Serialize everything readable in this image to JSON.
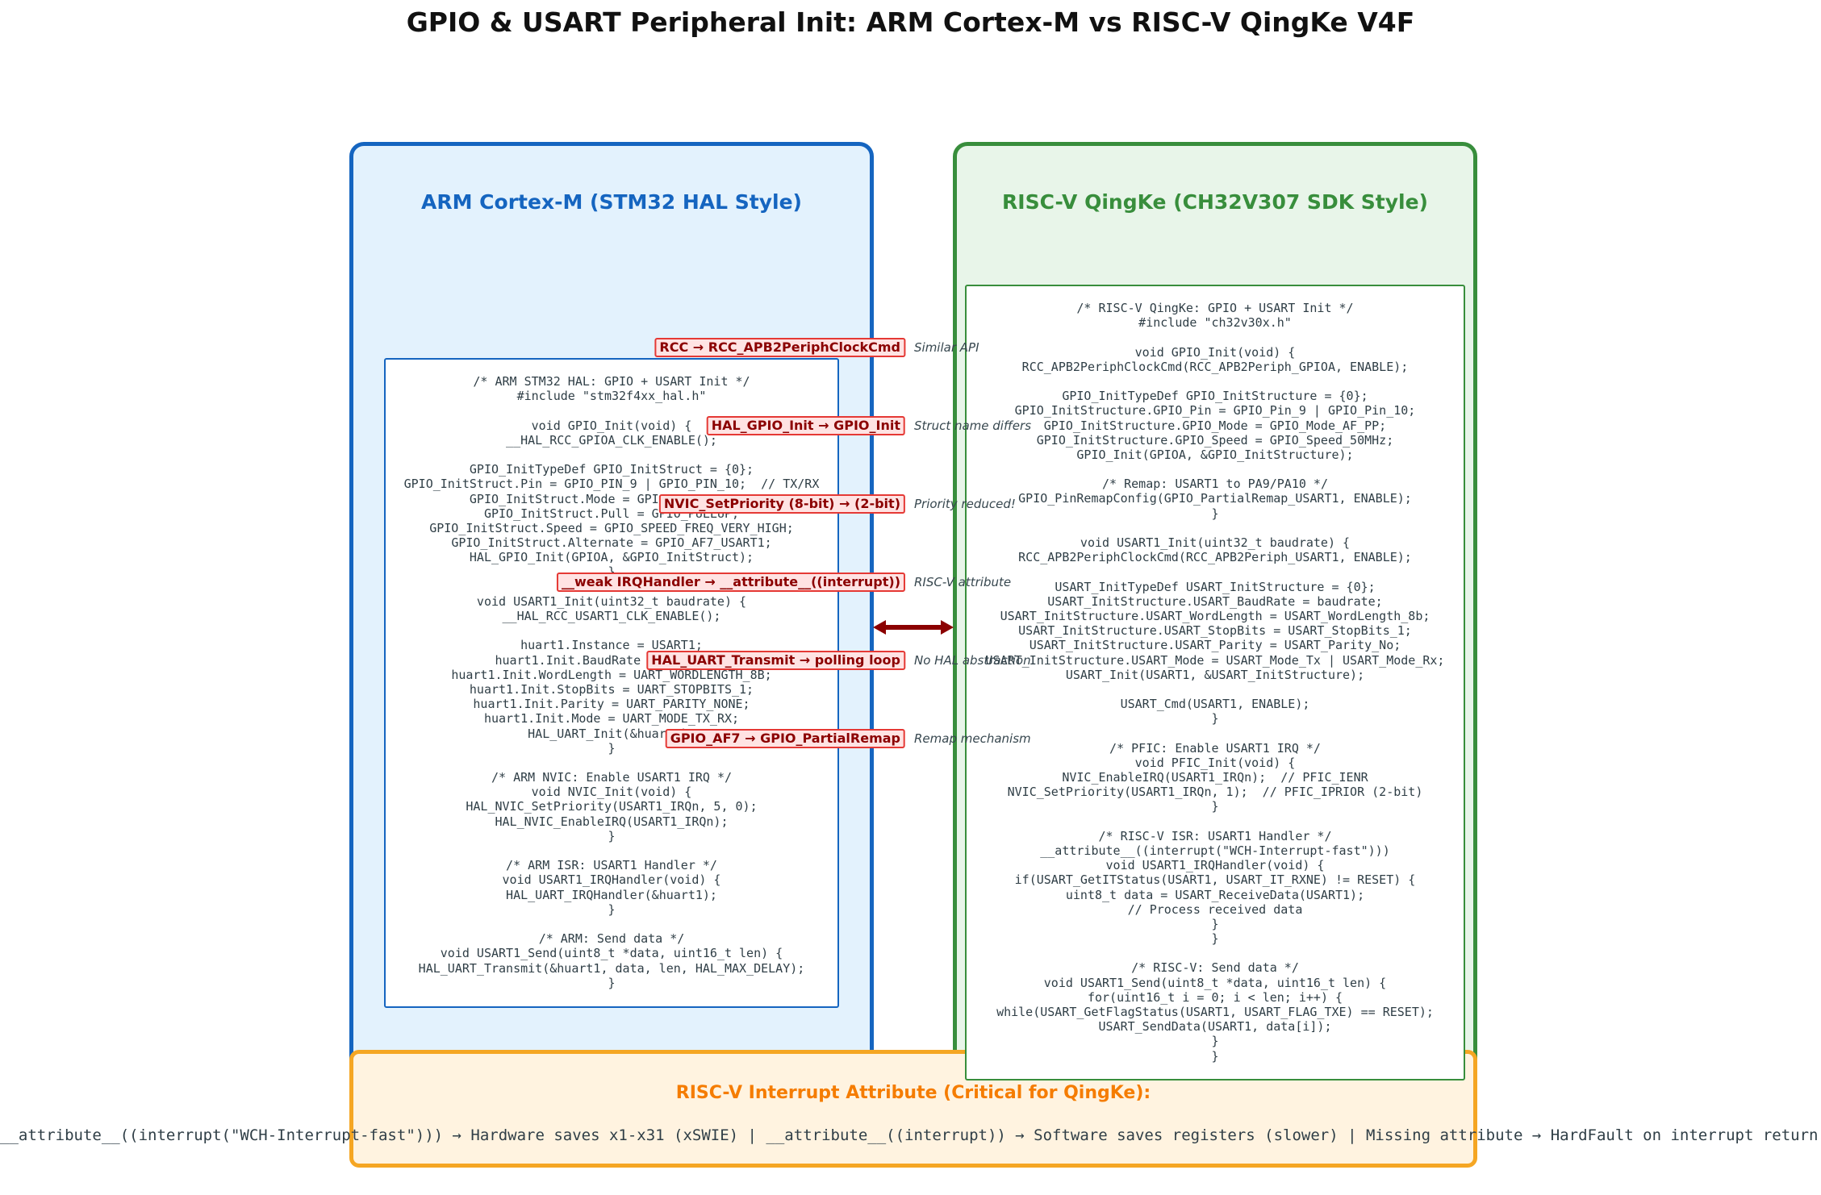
{
  "title": "GPIO & USART Peripheral Init: ARM Cortex-M vs RISC-V QingKe V4F",
  "colors": {
    "arm_border": "#1565c0",
    "arm_fill": "#e3f2fd",
    "riscv_border": "#388e3c",
    "riscv_fill": "#e8f5e9",
    "bottom_border": "#f5a623",
    "bottom_fill": "#fff3e0",
    "bottom_title": "#f57c00",
    "annot_border": "#e53935",
    "annot_fill": "#ffe3e3",
    "annot_text": "#8b0000",
    "arrow": "#8b0000"
  },
  "arm": {
    "title": "ARM Cortex-M (STM32 HAL Style)",
    "code": [
      "/* ARM STM32 HAL: GPIO + USART Init */",
      "#include \"stm32f4xx_hal.h\"",
      "",
      "void GPIO_Init(void) {",
      "__HAL_RCC_GPIOA_CLK_ENABLE();",
      "",
      "GPIO_InitTypeDef GPIO_InitStruct = {0};",
      "GPIO_InitStruct.Pin = GPIO_PIN_9 | GPIO_PIN_10;  // TX/RX",
      "GPIO_InitStruct.Mode = GPIO_MODE_AF_PP;",
      "GPIO_InitStruct.Pull = GPIO_PULLUP;",
      "GPIO_InitStruct.Speed = GPIO_SPEED_FREQ_VERY_HIGH;",
      "GPIO_InitStruct.Alternate = GPIO_AF7_USART1;",
      "HAL_GPIO_Init(GPIOA, &GPIO_InitStruct);",
      "}",
      "",
      "void USART1_Init(uint32_t baudrate) {",
      "__HAL_RCC_USART1_CLK_ENABLE();",
      "",
      "huart1.Instance = USART1;",
      "huart1.Init.BaudRate = baudrate;",
      "huart1.Init.WordLength = UART_WORDLENGTH_8B;",
      "huart1.Init.StopBits = UART_STOPBITS_1;",
      "huart1.Init.Parity = UART_PARITY_NONE;",
      "huart1.Init.Mode = UART_MODE_TX_RX;",
      "HAL_UART_Init(&huart1);",
      "}",
      "",
      "/* ARM NVIC: Enable USART1 IRQ */",
      "void NVIC_Init(void) {",
      "HAL_NVIC_SetPriority(USART1_IRQn, 5, 0);",
      "HAL_NVIC_EnableIRQ(USART1_IRQn);",
      "}",
      "",
      "/* ARM ISR: USART1 Handler */",
      "void USART1_IRQHandler(void) {",
      "HAL_UART_IRQHandler(&huart1);",
      "}",
      "",
      "/* ARM: Send data */",
      "void USART1_Send(uint8_t *data, uint16_t len) {",
      "HAL_UART_Transmit(&huart1, data, len, HAL_MAX_DELAY);",
      "}"
    ]
  },
  "riscv": {
    "title": "RISC-V QingKe (CH32V307 SDK Style)",
    "code": [
      "/* RISC-V QingKe: GPIO + USART Init */",
      "#include \"ch32v30x.h\"",
      "",
      "void GPIO_Init(void) {",
      "RCC_APB2PeriphClockCmd(RCC_APB2Periph_GPIOA, ENABLE);",
      "",
      "GPIO_InitTypeDef GPIO_InitStructure = {0};",
      "GPIO_InitStructure.GPIO_Pin = GPIO_Pin_9 | GPIO_Pin_10;",
      "GPIO_InitStructure.GPIO_Mode = GPIO_Mode_AF_PP;",
      "GPIO_InitStructure.GPIO_Speed = GPIO_Speed_50MHz;",
      "GPIO_Init(GPIOA, &GPIO_InitStructure);",
      "",
      "/* Remap: USART1 to PA9/PA10 */",
      "GPIO_PinRemapConfig(GPIO_PartialRemap_USART1, ENABLE);",
      "}",
      "",
      "void USART1_Init(uint32_t baudrate) {",
      "RCC_APB2PeriphClockCmd(RCC_APB2Periph_USART1, ENABLE);",
      "",
      "USART_InitTypeDef USART_InitStructure = {0};",
      "USART_InitStructure.USART_BaudRate = baudrate;",
      "USART_InitStructure.USART_WordLength = USART_WordLength_8b;",
      "USART_InitStructure.USART_StopBits = USART_StopBits_1;",
      "USART_InitStructure.USART_Parity = USART_Parity_No;",
      "USART_InitStructure.USART_Mode = USART_Mode_Tx | USART_Mode_Rx;",
      "USART_Init(USART1, &USART_InitStructure);",
      "",
      "USART_Cmd(USART1, ENABLE);",
      "}",
      "",
      "/* PFIC: Enable USART1 IRQ */",
      "void PFIC_Init(void) {",
      "NVIC_EnableIRQ(USART1_IRQn);  // PFIC_IENR",
      "NVIC_SetPriority(USART1_IRQn, 1);  // PFIC_IPRIOR (2-bit)",
      "}",
      "",
      "/* RISC-V ISR: USART1 Handler */",
      "__attribute__((interrupt(\"WCH-Interrupt-fast\")))",
      "void USART1_IRQHandler(void) {",
      "if(USART_GetITStatus(USART1, USART_IT_RXNE) != RESET) {",
      "uint8_t data = USART_ReceiveData(USART1);",
      "// Process received data",
      "}",
      "}",
      "",
      "/* RISC-V: Send data */",
      "void USART1_Send(uint8_t *data, uint16_t len) {",
      "for(uint16_t i = 0; i < len; i++) {",
      "while(USART_GetFlagStatus(USART1, USART_FLAG_TXE) == RESET);",
      "USART_SendData(USART1, data[i]);",
      "}",
      "}"
    ]
  },
  "annotations": [
    {
      "label": "RCC → RCC_APB2PeriphClockCmd",
      "note": "Similar API"
    },
    {
      "label": "HAL_GPIO_Init → GPIO_Init",
      "note": "Struct name differs"
    },
    {
      "label": "NVIC_SetPriority (8-bit) → (2-bit)",
      "note": "Priority reduced!"
    },
    {
      "label": "__weak IRQHandler → __attribute__((interrupt))",
      "note": "RISC-V attribute"
    },
    {
      "label": "HAL_UART_Transmit → polling loop",
      "note": "No HAL abstraction"
    },
    {
      "label": "GPIO_AF7 → GPIO_PartialRemap",
      "note": "Remap mechanism"
    }
  ],
  "bottom": {
    "title": "RISC-V Interrupt Attribute (Critical for QingKe):",
    "text": "__attribute__((interrupt(\"WCH-Interrupt-fast\"))) → Hardware saves x1-x31 (xSWIE) | __attribute__((interrupt)) → Software saves registers (slower) | Missing attribute → HardFault on interrupt return!"
  }
}
